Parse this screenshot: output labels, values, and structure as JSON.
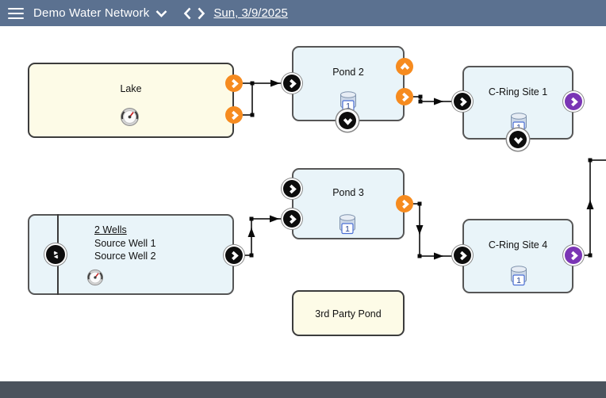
{
  "app": {
    "title": "Demo Water Network",
    "date_label": "Sun, 3/9/2025"
  },
  "colors": {
    "topbar": "#5b7190",
    "bottombar": "#4b535d",
    "canvas": "#ffffff",
    "node_cream": "#fdfbe7",
    "node_blue": "#e9f4f9",
    "port_orange": "#f68b1f",
    "port_black": "#0d0d0d",
    "port_purple": "#7a35b5",
    "wire": "#3f3f3f"
  },
  "icons": {
    "hamburger": "menu-icon",
    "title_caret": "chevron-down-icon",
    "prev": "chevron-left-icon",
    "next": "chevron-right-icon",
    "gauge": "gauge-icon",
    "tank": "storage-tank-icon",
    "merge": "merge-flows-icon"
  },
  "nodes": {
    "lake": {
      "label": "Lake"
    },
    "pond2": {
      "label": "Pond 2",
      "tank_count": "1"
    },
    "cring1": {
      "label": "C-Ring Site 1",
      "tank_count": "1"
    },
    "pond3": {
      "label": "Pond 3",
      "tank_count": "1"
    },
    "wells": {
      "title": "2 Wells",
      "line2": "Source Well 1",
      "line3": "Source Well 2"
    },
    "cring4": {
      "label": "C-Ring Site 4",
      "tank_count": "1"
    },
    "party_pond": {
      "label": "3rd Party Pond"
    }
  }
}
